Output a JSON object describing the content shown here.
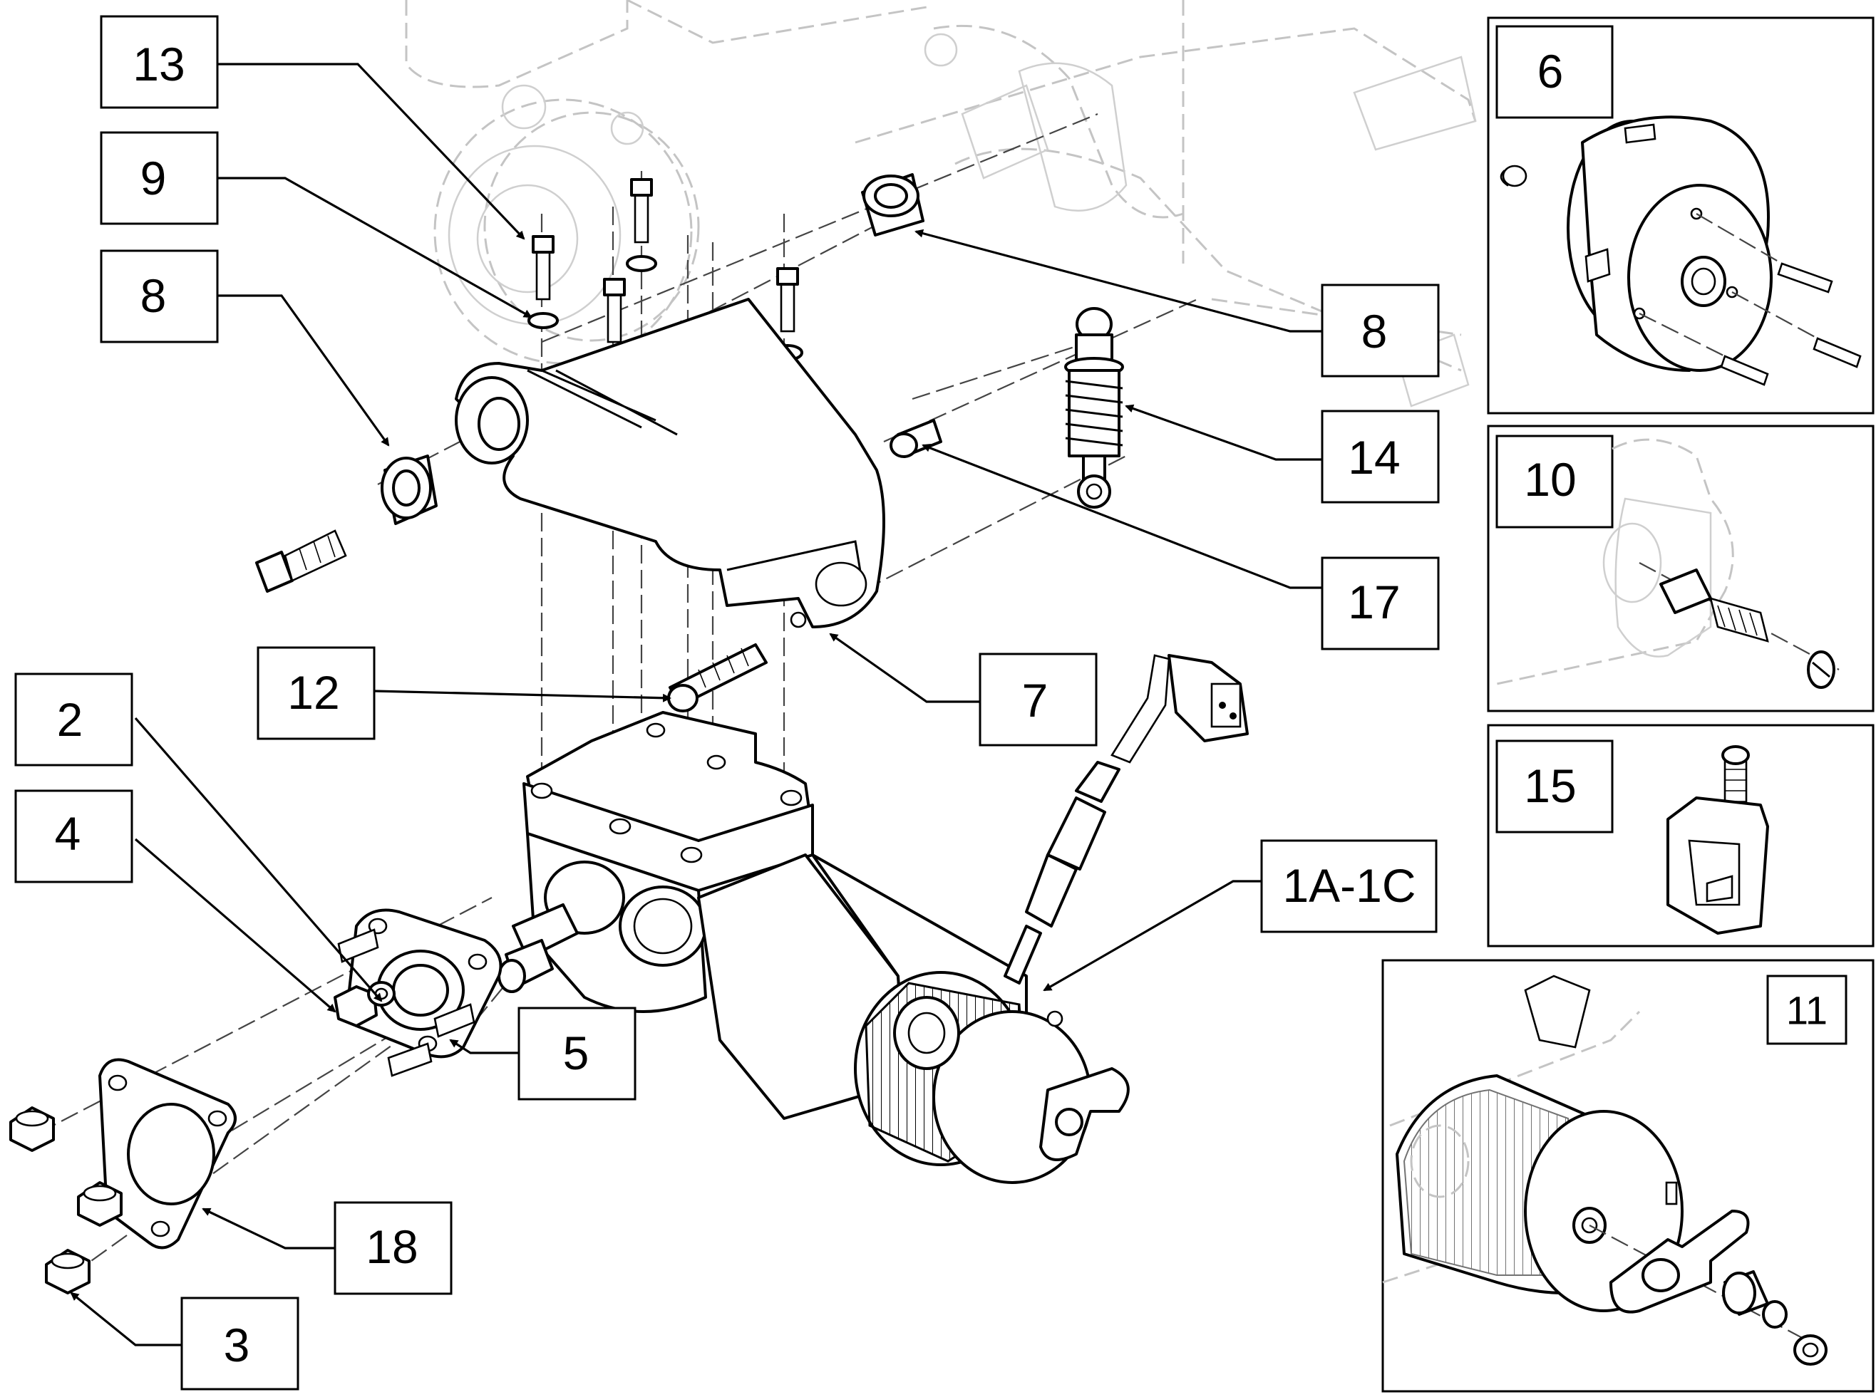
{
  "callouts": {
    "c13": "13",
    "c9": "9",
    "c8_left": "8",
    "c8_right": "8",
    "c14": "14",
    "c17": "17",
    "c12": "12",
    "c7": "7",
    "c2": "2",
    "c4": "4",
    "c5": "5",
    "c1": "1A-1C",
    "c18": "18",
    "c3": "3"
  },
  "insets": {
    "i6": "6",
    "i10": "10",
    "i15": "15",
    "i11": "11"
  }
}
